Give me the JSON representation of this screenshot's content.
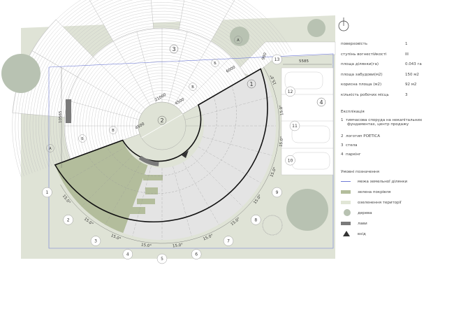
{
  "summary": [
    {
      "label": "поверховість",
      "value": "1"
    },
    {
      "label": "ступінь вогнестійкості",
      "value": "ІІІ"
    },
    {
      "label": "площа ділянки(га)",
      "value": "0.043 га"
    },
    {
      "label": "площа забудови(м2)",
      "value": "150 м2"
    },
    {
      "label": "корисна площа (м2)",
      "value": "92 м2"
    },
    {
      "label": "кількість робочих місць",
      "value": "3"
    }
  ],
  "explication": {
    "title": "Експлікація",
    "items": [
      {
        "num": "1",
        "text": "тимчасова споруда на некапітальних",
        "text2": "фундаментах, центр продажу"
      },
      {
        "num": "2",
        "text": "логотип POETICA",
        "text2": ""
      },
      {
        "num": "3",
        "text": "стела",
        "text2": ""
      },
      {
        "num": "4",
        "text": "паркінг",
        "text2": ""
      }
    ]
  },
  "legend": {
    "title": "Умовні позначення",
    "items": [
      {
        "type": "line",
        "label": "межа земельної ділянки",
        "color": "#6f7bd6"
      },
      {
        "type": "swatch",
        "label": "зелена покрівля",
        "color": "#b3bd9c"
      },
      {
        "type": "swatch",
        "label": "озеленення території",
        "color": "#e1e6d6"
      },
      {
        "type": "tree",
        "label": "дерева",
        "color": "#b8c2b2"
      },
      {
        "type": "swatch",
        "label": "лави",
        "color": "#7a7a7a"
      },
      {
        "type": "triangle",
        "label": "вхід",
        "color": "#333333"
      }
    ]
  },
  "plan": {
    "axes": [
      "1",
      "2",
      "3",
      "4",
      "5",
      "6",
      "7",
      "8",
      "9",
      "10",
      "11",
      "12",
      "13"
    ],
    "angle_label": "15.0°",
    "zones": {
      "building": "1",
      "logo": "2",
      "stele": "3",
      "parking": "4"
    },
    "section_marks": [
      "А",
      "А",
      "Б",
      "Б",
      "В",
      "В"
    ],
    "dimensions": {
      "diameter": "21000",
      "r1": "4500",
      "r2": "4500",
      "d6000": "6000",
      "height": "10565",
      "width": "5585",
      "d900": "900"
    },
    "colors": {
      "site": "#dfe3d6",
      "building": "#e4e4e4",
      "green_roof": "#b3bd9c",
      "boundary": "#6f7bd6",
      "tree": "#b8c2b2",
      "bench": "#7a7a7a"
    }
  }
}
